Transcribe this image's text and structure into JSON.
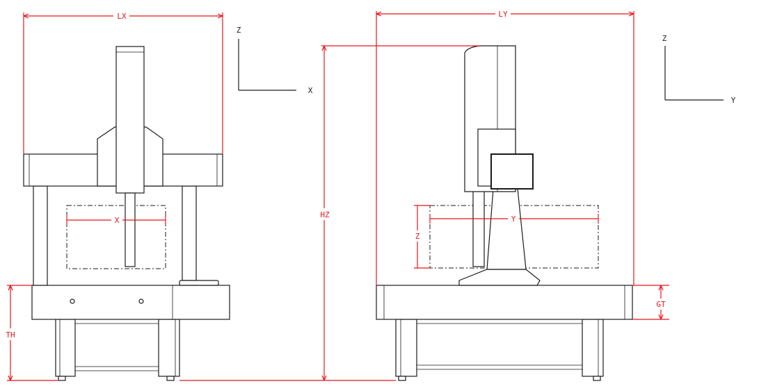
{
  "colors": {
    "dimension": "#e8151b",
    "outline": "#1a1a1a",
    "background": "#ffffff"
  },
  "front_view": {
    "dimensions": {
      "overall_width": "LX",
      "travel_x": "X",
      "table_height": "TH",
      "overall_height": "HZ"
    },
    "axes": {
      "vertical": "Z",
      "horizontal": "X"
    }
  },
  "side_view": {
    "dimensions": {
      "overall_depth": "LY",
      "travel_y": "Y",
      "travel_z": "Z",
      "granite_thickness": "GT"
    },
    "axes": {
      "vertical": "Z",
      "horizontal": "Y"
    }
  }
}
